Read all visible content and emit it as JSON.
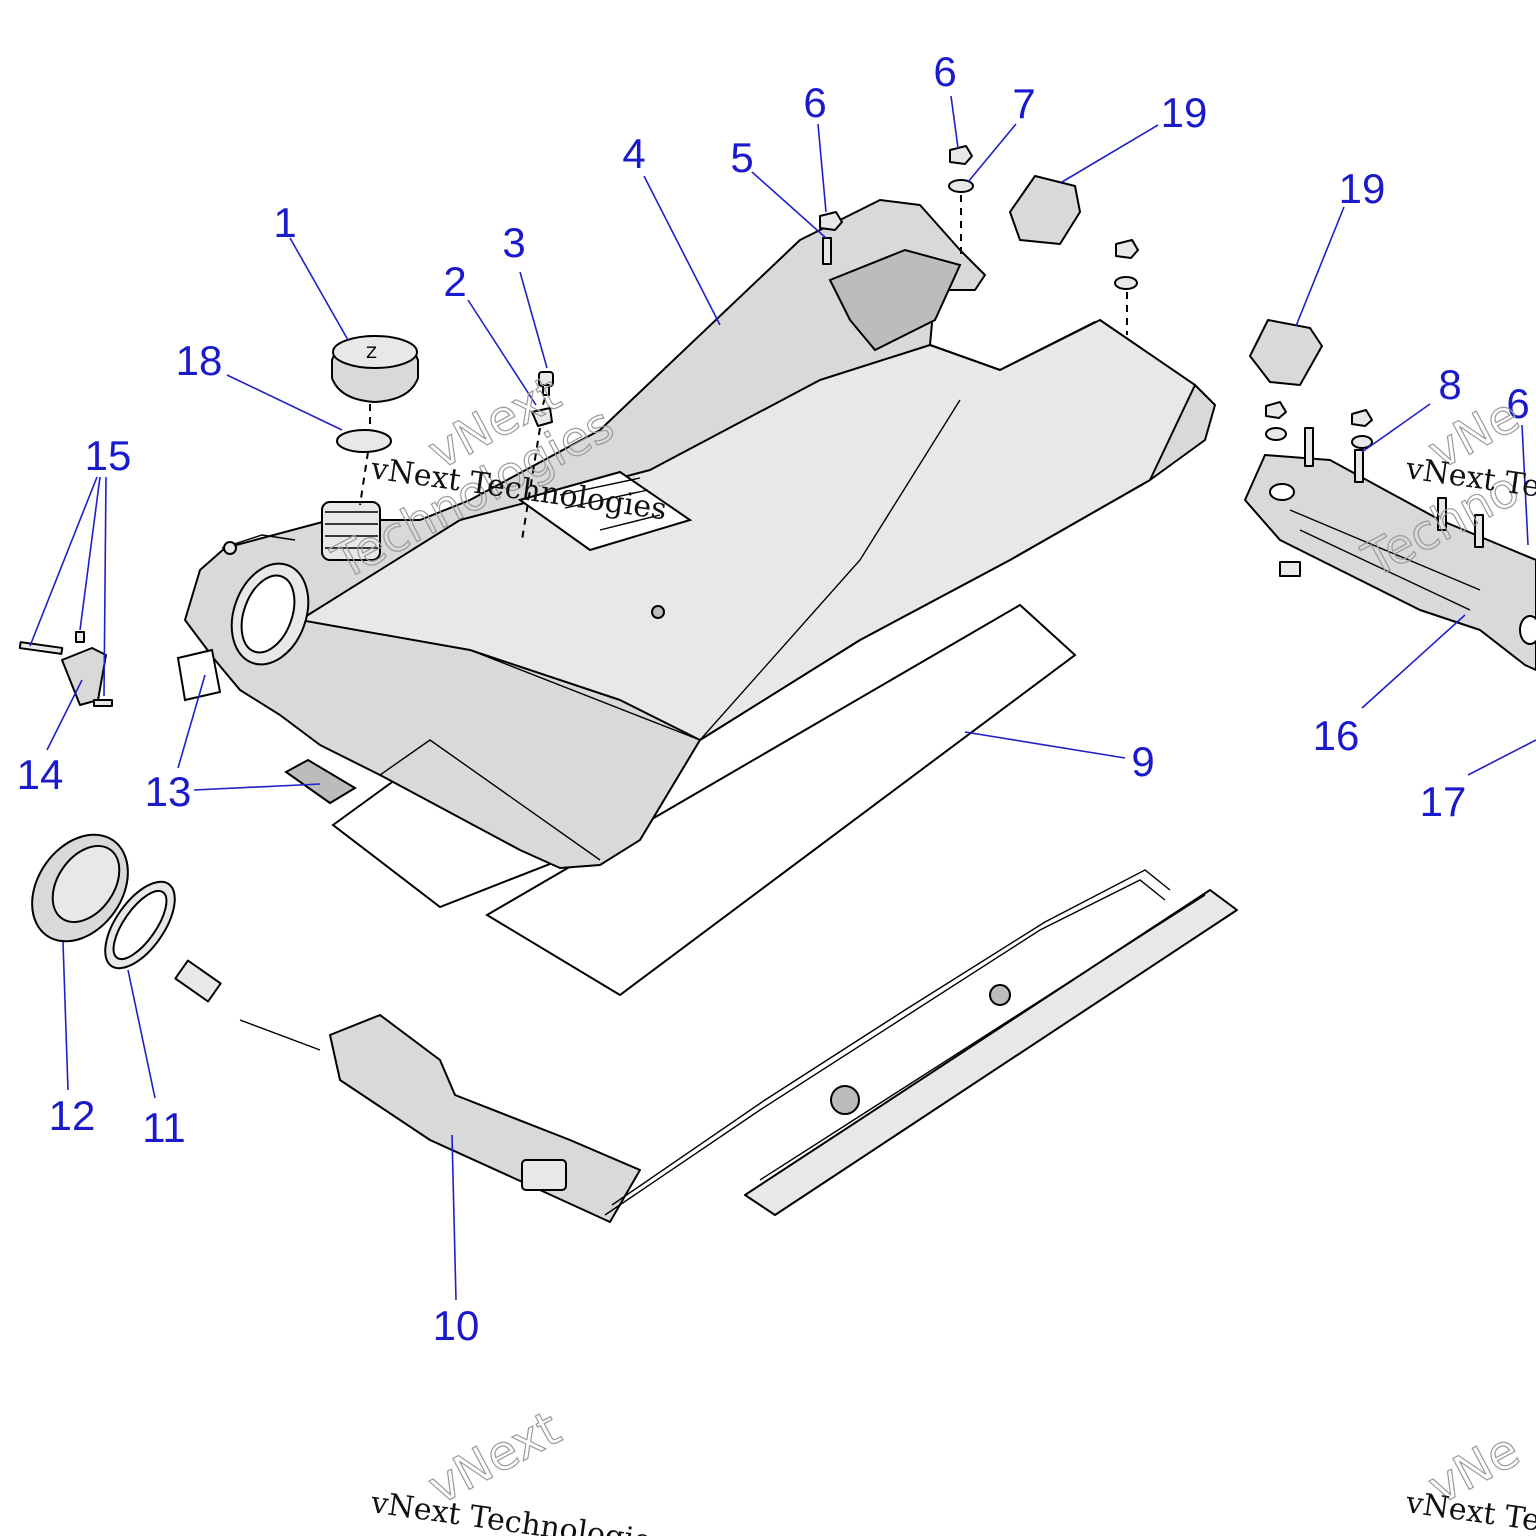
{
  "callouts": [
    {
      "label": "1"
    },
    {
      "label": "2"
    },
    {
      "label": "3"
    },
    {
      "label": "4"
    },
    {
      "label": "5"
    },
    {
      "label": "6"
    },
    {
      "label": "6"
    },
    {
      "label": "6"
    },
    {
      "label": "7"
    },
    {
      "label": "8"
    },
    {
      "label": "9"
    },
    {
      "label": "10"
    },
    {
      "label": "11"
    },
    {
      "label": "12"
    },
    {
      "label": "13"
    },
    {
      "label": "14"
    },
    {
      "label": "15"
    },
    {
      "label": "16"
    },
    {
      "label": "17"
    },
    {
      "label": "18"
    },
    {
      "label": "19"
    },
    {
      "label": "19"
    }
  ],
  "watermark": {
    "text": "vNext Technologies",
    "ghost_line1": "vNext",
    "ghost_line2": "Technologies",
    "partial_right": "vNext Tec",
    "ghost_partial_right": "vNe",
    "ghost_partial_right_2": "Techno"
  },
  "colors": {
    "callout_text": "#1a1acc",
    "leader_line": "#2020c8",
    "part_fill": "#d9d9d9"
  }
}
